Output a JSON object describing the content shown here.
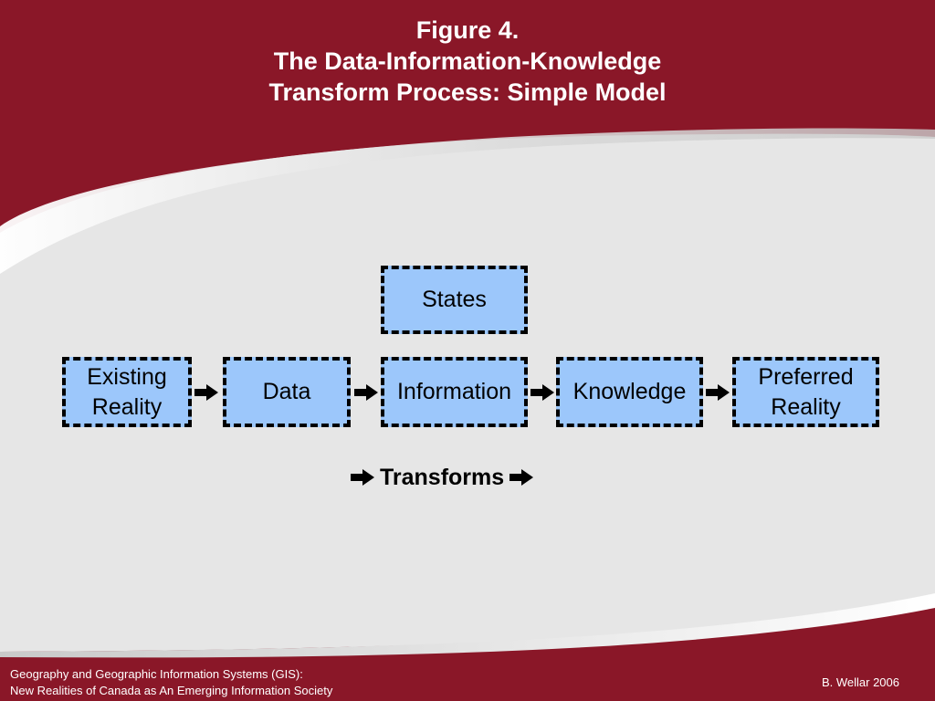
{
  "slide": {
    "title_lines": [
      "Figure 4.",
      "The Data-Information-Knowledge",
      "Transform Process: Simple Model"
    ],
    "footer_left_lines": [
      "Geography and Geographic Information Systems (GIS):",
      "New Realities of Canada as An Emerging Information Society"
    ],
    "footer_right": "B. Wellar 2006",
    "colors": {
      "background": "#8a1728",
      "panel": "#e6e6e6",
      "box_fill": "#9cc7fb",
      "box_border": "#000000",
      "text_light": "#ffffff"
    }
  },
  "diagram": {
    "states": "States",
    "nodes": [
      {
        "id": "existing-reality",
        "label": "Existing\nReality"
      },
      {
        "id": "data",
        "label": "Data"
      },
      {
        "id": "information",
        "label": "Information"
      },
      {
        "id": "knowledge",
        "label": "Knowledge"
      },
      {
        "id": "preferred-reality",
        "label": "Preferred\nReality"
      }
    ],
    "edges": [
      [
        "existing-reality",
        "data"
      ],
      [
        "data",
        "information"
      ],
      [
        "information",
        "knowledge"
      ],
      [
        "knowledge",
        "preferred-reality"
      ]
    ],
    "legend_label": "Transforms",
    "arrow_icon": "right-arrow-icon"
  }
}
